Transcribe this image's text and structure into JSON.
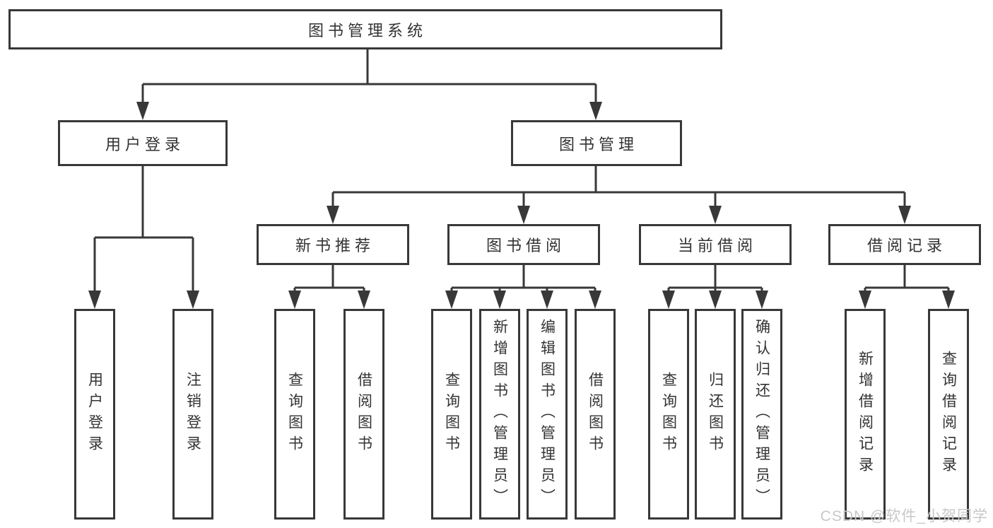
{
  "tree": {
    "label": "图书管理系统",
    "children": [
      {
        "label": "用户登录",
        "children": [
          {
            "label": "用户登录"
          },
          {
            "label": "注销登录"
          }
        ]
      },
      {
        "label": "图书管理",
        "children": [
          {
            "label": "新书推荐",
            "children": [
              {
                "label": "查询图书"
              },
              {
                "label": "借阅图书"
              }
            ]
          },
          {
            "label": "图书借阅",
            "children": [
              {
                "label": "查询图书"
              },
              {
                "label": "新增图书（管理员）"
              },
              {
                "label": "编辑图书（管理员）"
              },
              {
                "label": "借阅图书"
              }
            ]
          },
          {
            "label": "当前借阅",
            "children": [
              {
                "label": "查询图书"
              },
              {
                "label": "归还图书"
              },
              {
                "label": "确认归还（管理员）"
              }
            ]
          },
          {
            "label": "借阅记录",
            "children": [
              {
                "label": "新增借阅记录"
              },
              {
                "label": "查询借阅记录"
              }
            ]
          }
        ]
      }
    ]
  },
  "watermark": {
    "text": "CSDN @软件_小贺同学"
  },
  "colors": {
    "line": "#383838",
    "box_border": "#383838",
    "text": "#333333",
    "background": "#ffffff",
    "watermark": "#c8c8c8"
  }
}
